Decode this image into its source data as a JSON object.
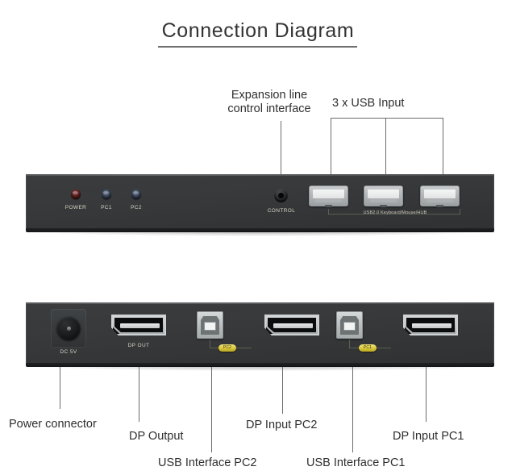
{
  "title": "Connection Diagram",
  "callouts": {
    "expansion_line_1": "Expansion line",
    "expansion_line_2": "control interface",
    "usb_input": "3 x USB Input",
    "power_connector": "Power connector",
    "dp_output": "DP Output",
    "usb_interface_pc2": "USB Interface PC2",
    "dp_input_pc2": "DP Input PC2",
    "usb_interface_pc1": "USB Interface PC1",
    "dp_input_pc1": "DP Input PC1"
  },
  "front_panel": {
    "leds": [
      {
        "label": "POWER",
        "color": "#5c201d",
        "state": "red"
      },
      {
        "label": "PC1",
        "color": "#39465a",
        "state": "blue"
      },
      {
        "label": "PC2",
        "color": "#39465a",
        "state": "blue"
      }
    ],
    "control_label": "CONTROL",
    "usb_group_label": "USB2.0 Keyboard/Mouse/HUB",
    "usb_ports": 3
  },
  "rear_panel": {
    "dc_label": "DC 5V",
    "dp_out_label": "DP OUT",
    "badges": [
      {
        "label": "PC2",
        "color": "#d9c63d"
      },
      {
        "label": "PC1",
        "color": "#d9c63d"
      }
    ]
  },
  "colors": {
    "chassis": "#37393b",
    "text": "#2f2f2f",
    "leader_line": "#6b6b6b",
    "badge_yellow": "#d9c63d",
    "port_silver": "#bdc1c2",
    "background": "#ffffff"
  }
}
